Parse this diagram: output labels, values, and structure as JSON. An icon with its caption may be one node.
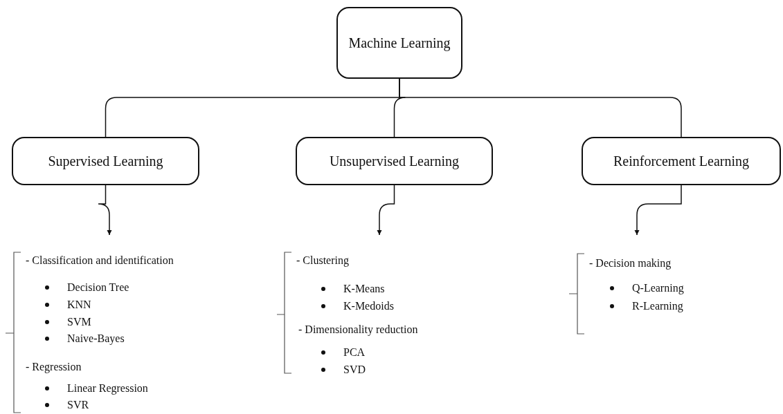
{
  "diagram": {
    "nodes": [
      {
        "text": [
          "Machine Learning"
        ]
      },
      {
        "text": [
          "Supervised Learning"
        ]
      },
      {
        "text": [
          "Unsupervised Learning"
        ]
      },
      {
        "text": [
          "Reinforcement Learning"
        ]
      },
      {
        "text": [
          "- Classification and identification",
          "Decision Tree",
          "KNN",
          "SVM",
          "Naive-Bayes",
          "- Regression",
          "Linear Regression",
          "SVR"
        ]
      },
      {
        "text": [
          "- Clustering",
          "K-Means",
          "K-Medoids",
          "- Dimensionality reduction",
          "PCA",
          "SVD"
        ]
      },
      {
        "text": [
          "- Decision making",
          "Q-Learning",
          "R-Learning"
        ]
      }
    ],
    "edges": [
      {
        "from": 0,
        "to": 1,
        "arrow": "none"
      },
      {
        "from": 0,
        "to": 2,
        "arrow": "none"
      },
      {
        "from": 0,
        "to": 3,
        "arrow": "none"
      },
      {
        "from": 1,
        "to": 4,
        "arrow": "to"
      },
      {
        "from": 2,
        "to": 5,
        "arrow": "to"
      },
      {
        "from": 3,
        "to": 6,
        "arrow": "to"
      }
    ]
  }
}
